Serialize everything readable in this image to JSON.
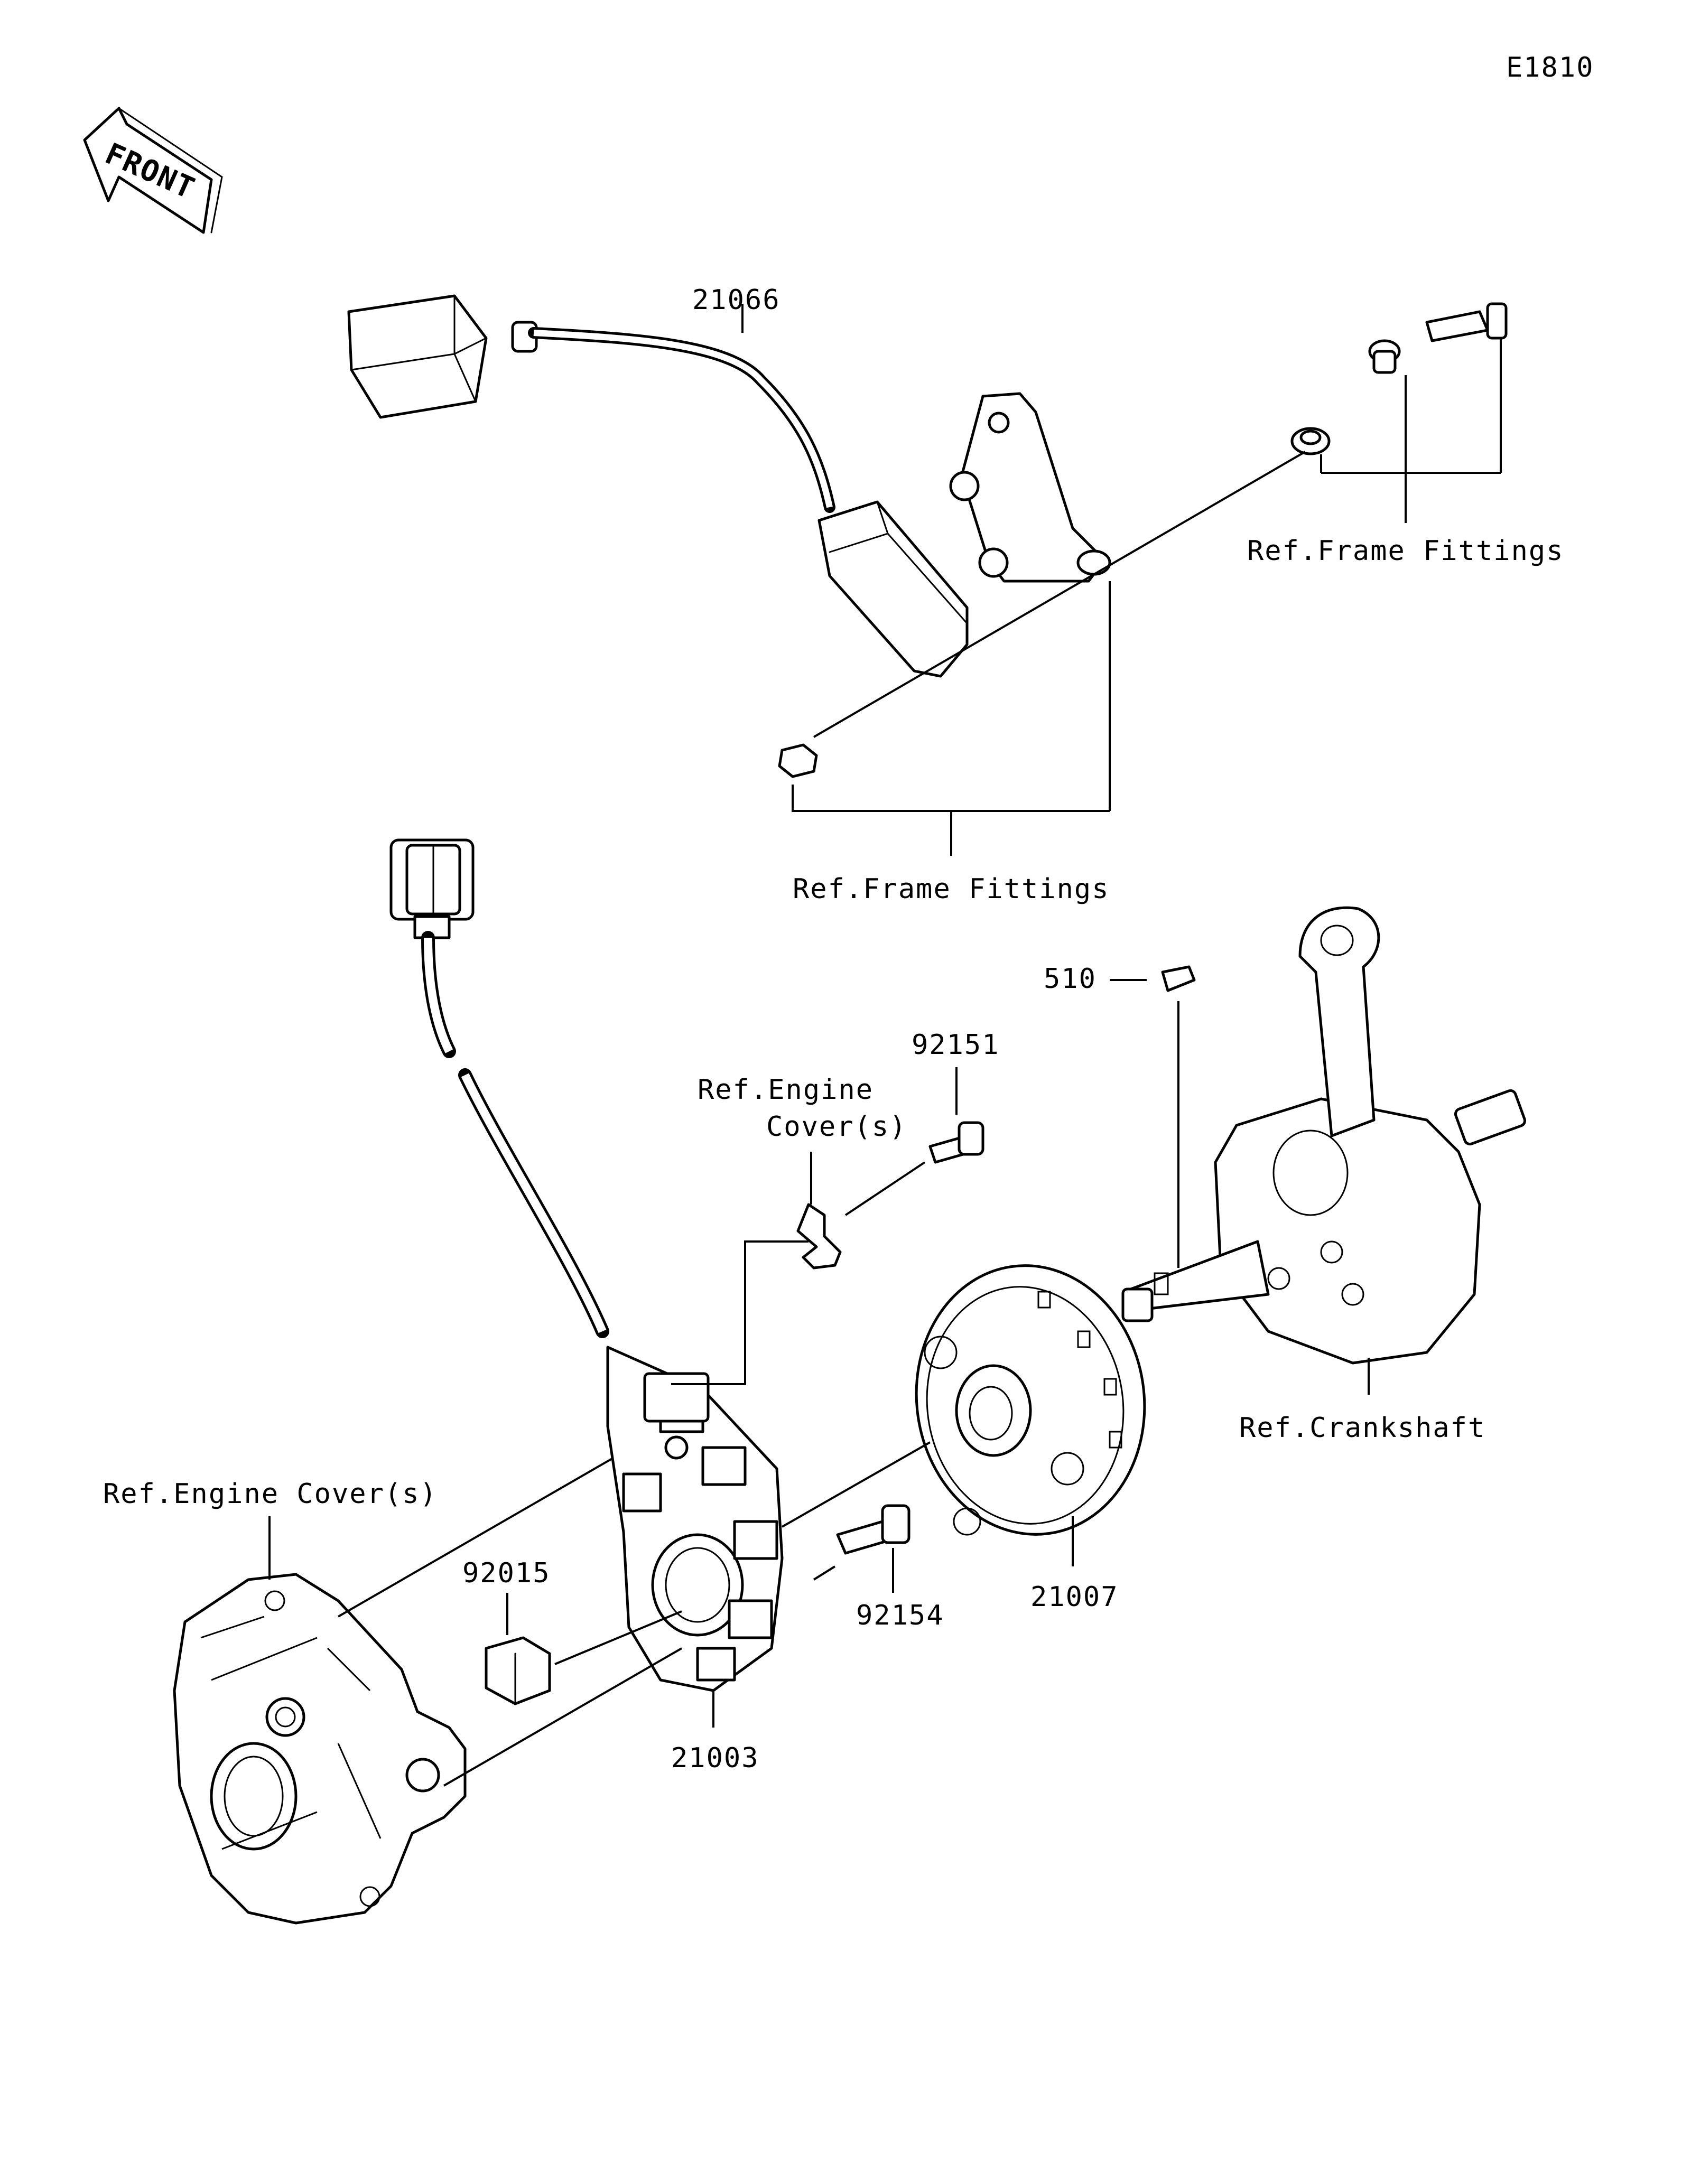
{
  "diagram_id": "E1810",
  "front_arrow": {
    "text": "FRONT",
    "icon": "front-direction-arrow-icon"
  },
  "labels": {
    "p21066": "21066",
    "ref_frame_fittings_top": "Ref.Frame Fittings",
    "ref_frame_fittings_mid": "Ref.Frame Fittings",
    "p510": "510",
    "p92151": "92151",
    "ref_engine_cover_small_1": "Ref.Engine",
    "ref_engine_cover_small_2": "Cover(s)",
    "ref_crankshaft": "Ref.Crankshaft",
    "ref_engine_cover_large": "Ref.Engine Cover(s)",
    "p92015": "92015",
    "p92154": "92154",
    "p21007": "21007",
    "p21003": "21003"
  }
}
